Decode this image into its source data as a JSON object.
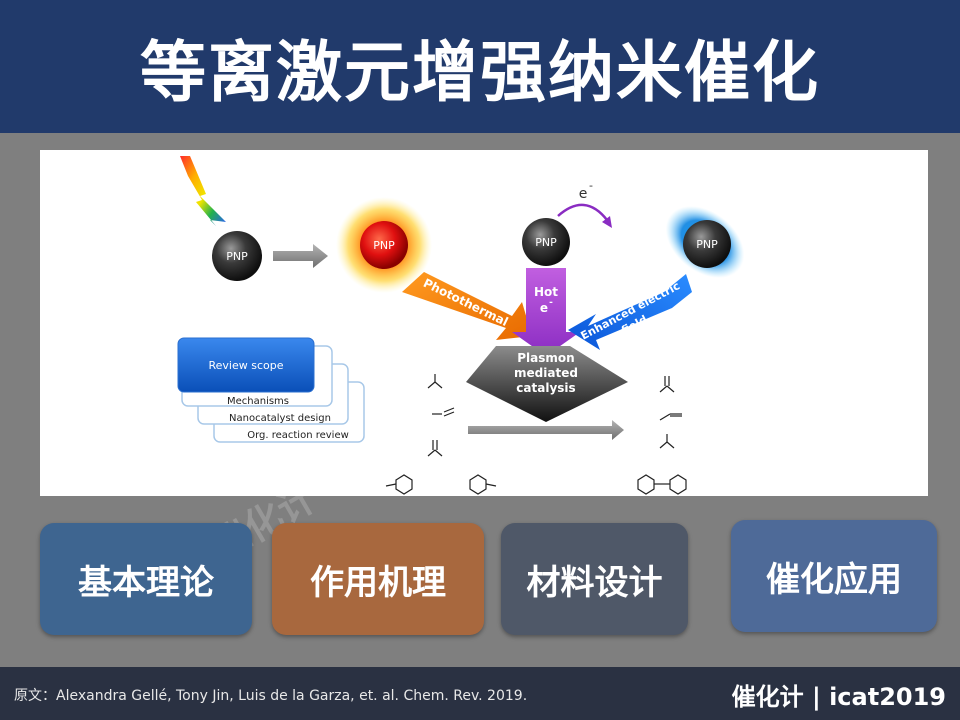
{
  "header": {
    "title": "等离激元增强纳米催化"
  },
  "figure": {
    "pnp_label": "PNP",
    "electron_label": "e",
    "electron_sup": "-",
    "arrows": {
      "photothermal": "Photothermal",
      "hot": "Hot",
      "hot_e": "e",
      "hot_e_sup": "-",
      "enhanced_line1": "Enhanced electric",
      "enhanced_line2": "field"
    },
    "center": [
      "Plasmon",
      "mediated",
      "catalysis"
    ],
    "review": {
      "title": "Review scope",
      "items": [
        "Mechanisms",
        "Nanocatalyst design",
        "Org. reaction review"
      ]
    }
  },
  "categories": [
    {
      "label": "基本理论",
      "color": "#3e6590"
    },
    {
      "label": "作用机理",
      "color": "#a8683e"
    },
    {
      "label": "材料设计",
      "color": "#4f5868"
    },
    {
      "label": "催化应用",
      "color": "#4e6a98"
    }
  ],
  "footer": {
    "source": "原文：Alexandra Gellé, Tony Jin, Luis de la Garza, et. al.  Chem. Rev. 2019.",
    "brand": "催化计 | icat2019"
  },
  "watermark": "催化计"
}
